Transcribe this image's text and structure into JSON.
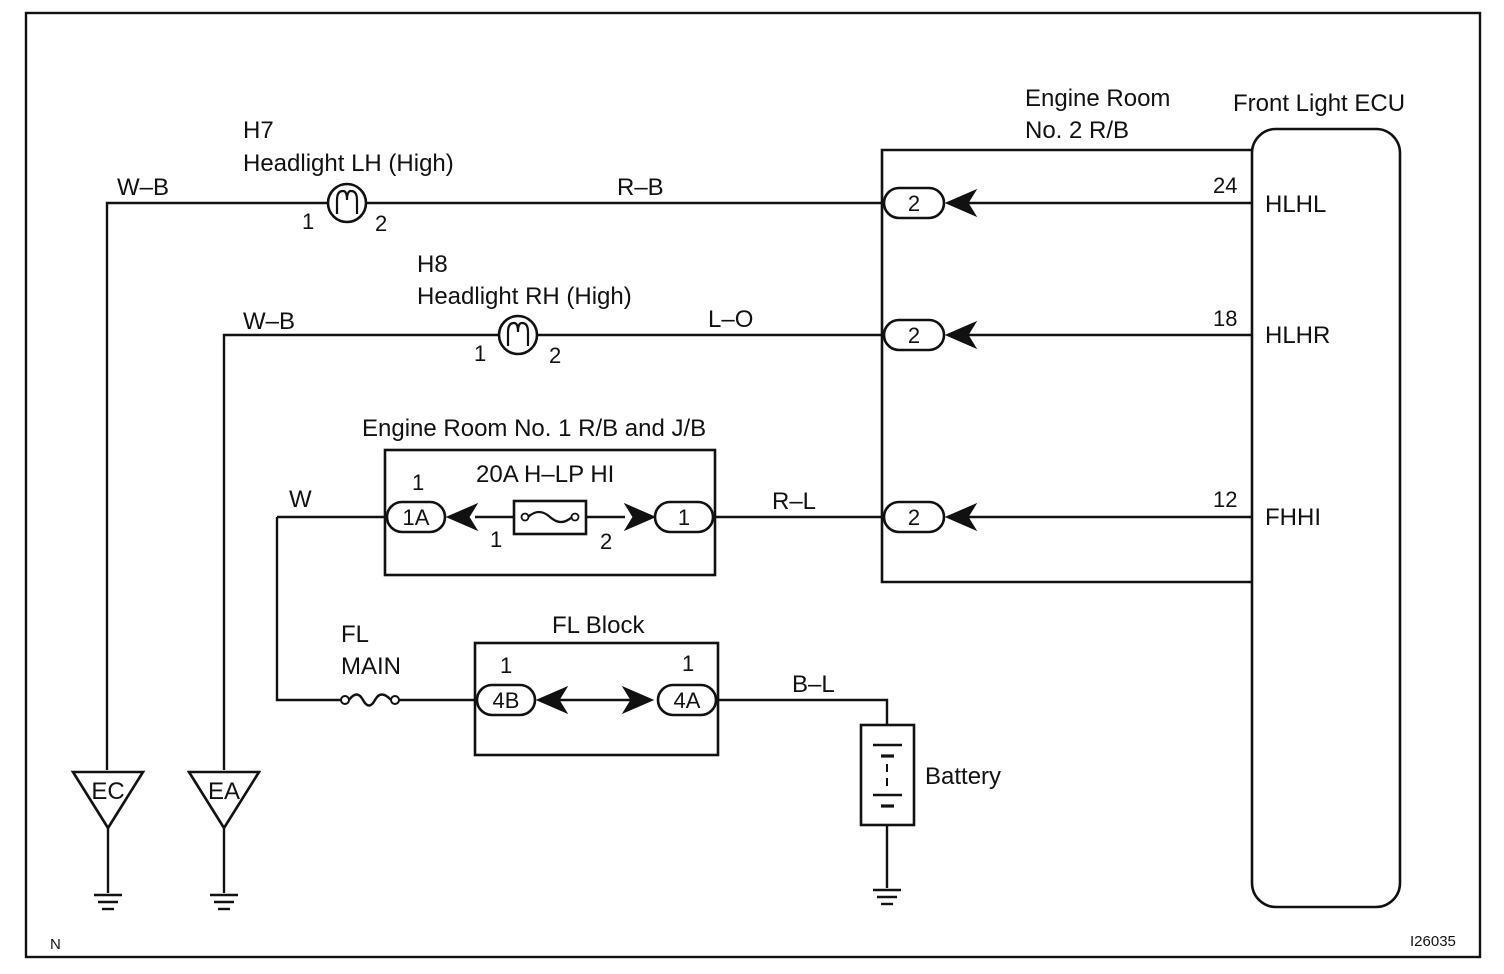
{
  "figure_id": "I26035",
  "corner_mark": "N",
  "ecu": {
    "name": "Front Light ECU",
    "pins": [
      {
        "number": "24",
        "signal": "HLHL"
      },
      {
        "number": "18",
        "signal": "HLHR"
      },
      {
        "number": "12",
        "signal": "FHHI"
      }
    ]
  },
  "relay_block_2": {
    "name_line1": "Engine Room",
    "name_line2": "No. 2 R/B",
    "connector": "2"
  },
  "headlight_lh": {
    "code": "H7",
    "name": "Headlight LH (High)",
    "pin1": "1",
    "pin2": "2",
    "ground_wire": "W–B",
    "feed_wire": "R–B"
  },
  "headlight_rh": {
    "code": "H8",
    "name": "Headlight RH (High)",
    "pin1": "1",
    "pin2": "2",
    "ground_wire": "W–B",
    "feed_wire": "L–O"
  },
  "relay_block_1": {
    "name": "Engine Room No. 1 R/B and J/B",
    "fuse": "20A H–LP HI",
    "left_connector": "1A",
    "left_connector_pin": "1",
    "right_connector": "1",
    "fuse_pin1": "1",
    "fuse_pin2": "2",
    "in_wire": "W",
    "out_wire": "R–L"
  },
  "fusible_link": {
    "name_line1": "FL",
    "name_line2": "MAIN"
  },
  "fl_block": {
    "name": "FL Block",
    "left_connector": "4B",
    "left_pin": "1",
    "right_connector": "4A",
    "right_pin": "1",
    "battery_wire": "B–L"
  },
  "battery": {
    "name": "Battery"
  },
  "grounds": [
    {
      "code": "EC"
    },
    {
      "code": "EA"
    }
  ]
}
